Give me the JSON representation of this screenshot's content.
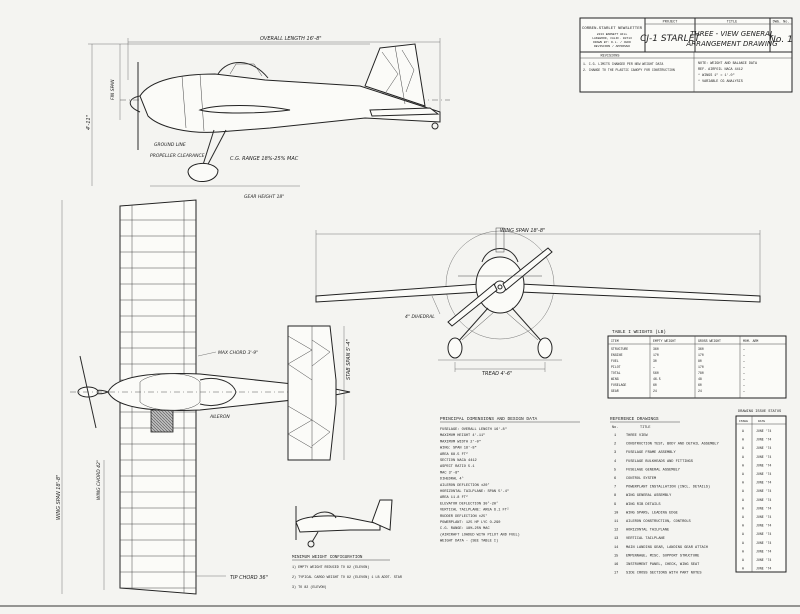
{
  "title_block": {
    "company": "CORBEN-STARLET NEWSLETTER",
    "company_sub": [
      "2233 BARNETT HILL",
      "LAKEWOOD, CALIF. 90713",
      "DRAWN BY: D.L. / CHKD",
      "REVISIONS / APPROVED"
    ],
    "project_label": "PROJECT",
    "project": "CJ-1 STARLET",
    "title_label": "TITLE",
    "title_line1": "THREE - VIEW GENERAL",
    "title_line2": "ARRANGEMENT DRAWING",
    "dwg_label": "DWG. No.",
    "dwg_no": "No. 1",
    "rev_header": "REVISIONS",
    "rev_lines": [
      "1. C.G. LIMITS CHANGED PER NEW WEIGHT DATA",
      "2. CHANGE TO THE PLASTIC CANOPY FOR CONSTRUCTION"
    ],
    "notes": [
      "NOTE: WEIGHT AND BALANCE DATA",
      "REF. AIRFOIL NACA 4412",
      "* WINGS 1\" = 1'-0\"",
      "* VARIABLE CG ANALYSIS"
    ]
  },
  "side_view": {
    "overall_length": "OVERALL LENGTH 16'-8\"",
    "fin_label": "FIN SPAN",
    "height_label": "4'-11\"",
    "ground_line": "GROUND LINE",
    "ground_clearance": "PROPELLER CLEARANCE",
    "cg_range": "C.G. RANGE 18%-25% MAC",
    "gear_height": "GEAR HEIGHT 18\""
  },
  "front_view": {
    "wing_span": "WING SPAN 18'-8\"",
    "dihedral": "4° DIHEDRAL",
    "tread": "TREAD 4'-6\""
  },
  "top_view": {
    "span_label": "WING SPAN 18'-8\"",
    "max_chord": "MAX CHORD 3'-9\"",
    "aileron": "AILERON",
    "stab_span": "STAB SPAN 5'-4\"",
    "tip_chord": "TIP CHORD 36\"",
    "wing_chord": "WING CHORD 42\""
  },
  "weights_table": {
    "title": "TABLE I WEIGHTS (LB)",
    "headers": [
      "ITEM",
      "EMPTY WEIGHT",
      "GROSS WEIGHT",
      "MOM. ARM"
    ],
    "rows": [
      [
        "STRUCTURE",
        "360",
        "360",
        "—"
      ],
      [
        "ENGINE",
        "170",
        "170",
        "—"
      ],
      [
        "FUEL",
        "30",
        "80",
        "—"
      ],
      [
        "PILOT",
        "—",
        "170",
        "—"
      ],
      [
        "TOTAL",
        "560",
        "780",
        "—"
      ],
      [
        "WING",
        "46.5",
        "48",
        "—"
      ],
      [
        "FUSELAGE",
        "60",
        "60",
        "—"
      ],
      [
        "GEAR",
        "24",
        "24",
        "—"
      ]
    ]
  },
  "specs": {
    "title": "PRINCIPAL DIMENSIONS AND DESIGN DATA",
    "lines": [
      "FUSELAGE:  OVERALL LENGTH   16'-8\"",
      "           MAXIMUM HEIGHT   4'-11\"",
      "           MAXIMUM WIDTH    2'-0\"",
      "WING:      SPAN             18'-8\"",
      "           AREA             68.5 FT²",
      "           SECTION  NACA 4412",
      "           ASPECT RATIO     5.1",
      "           MAC              3'-8\"",
      "           DIHEDRAL  4°",
      "           AILERON DEFLECTION  ±20°",
      "HORIZONTAL TAILPLANE: SPAN  5'-4\"",
      "           AREA             11.8 FT²",
      "           ELEVATOR DEFLECTION  30°-20°",
      "VERTICAL TAILPLANE: AREA    6.1 FT²",
      "           RUDDER DEFLECTION ±25°",
      "POWERPLANT: 125 HP LYC O-290",
      "C.G. RANGE: 18%-25% MAC",
      "(AIRCRAFT LOADED WITH PILOT AND FUEL)",
      "WEIGHT DATA - (SEE TABLE I)"
    ]
  },
  "drawing_list": {
    "title": "REFERENCE DRAWINGS",
    "headers": [
      "No.",
      "TITLE"
    ],
    "items": [
      "THREE VIEW",
      "CONSTRUCTION TEST, BODY AND DETAIL ASSEMBLY",
      "FUSELAGE FRAME ASSEMBLY",
      "FUSELAGE BULKHEADS AND FITTINGS",
      "FUSELAGE GENERAL ASSEMBLY",
      "CONTROL SYSTEM",
      "POWERPLANT INSTALLATION (INCL. DETAILS)",
      "WING GENERAL ASSEMBLY",
      "WING RIB DETAILS",
      "WING SPARS, LEADING EDGE",
      "AILERON CONSTRUCTION, CONTROLS",
      "HORIZONTAL TAILPLANE",
      "VERTICAL TAILPLANE",
      "MAIN LANDING GEAR, LANDING GEAR ATTACH",
      "EMPENNAGE, MISC. SUPPORT STRUCTURE",
      "INSTRUMENT PANEL, CHECK, WING SEAT",
      "SIDE CROSS SECTIONS WITH PART NOTES"
    ]
  },
  "rev_table": {
    "title": "DRAWING ISSUE STATUS",
    "headers": [
      "ISSUE",
      "DATE"
    ],
    "rows": [
      [
        "A",
        "JUNE '74"
      ],
      [
        "A",
        "JUNE '74"
      ],
      [
        "A",
        "JUNE '74"
      ],
      [
        "A",
        "JUNE '74"
      ],
      [
        "A",
        "JUNE '74"
      ],
      [
        "A",
        "JUNE '74"
      ],
      [
        "A",
        "JUNE '74"
      ],
      [
        "A",
        "JUNE '74"
      ],
      [
        "A",
        "JUNE '74"
      ],
      [
        "A",
        "JUNE '74"
      ],
      [
        "A",
        "JUNE '74"
      ],
      [
        "A",
        "JUNE '74"
      ],
      [
        "A",
        "JUNE '74"
      ],
      [
        "A",
        "JUNE '74"
      ],
      [
        "A",
        "JUNE '74"
      ],
      [
        "A",
        "JUNE '74"
      ],
      [
        "A",
        "JUNE '74"
      ]
    ]
  },
  "alt_config": {
    "title": "MINIMUM WEIGHT CONFIGURATION",
    "lines": [
      "1) EMPTY WEIGHT REDUCED  TO 82 (ELEVON)",
      "2) TYPICAL CARGO WEIGHT   TO 82 (ELEVON) 1 LB ADDT. STAR",
      "3)                         TO 82 (ELEVON)"
    ]
  }
}
